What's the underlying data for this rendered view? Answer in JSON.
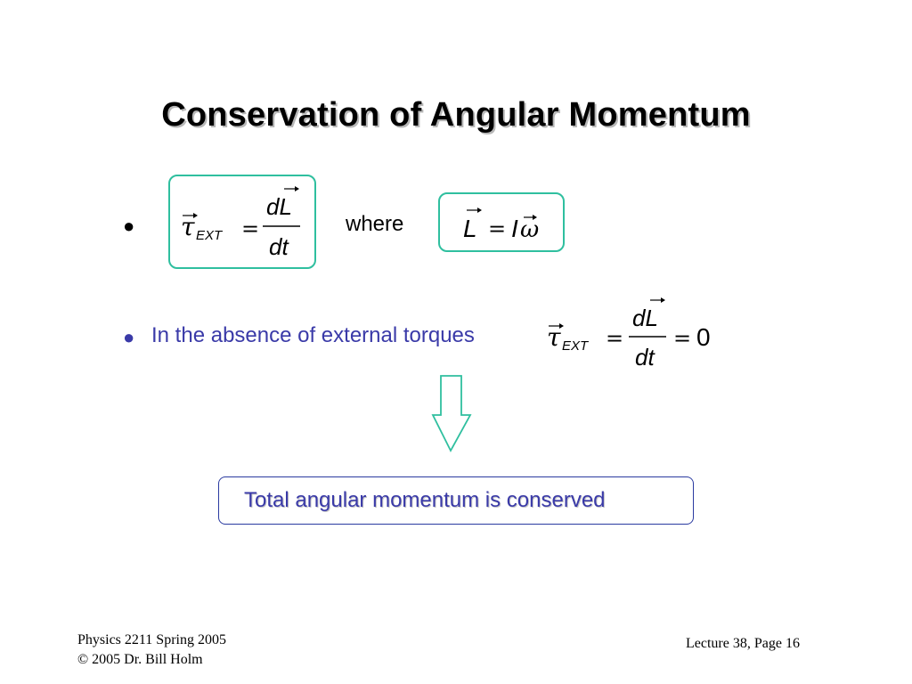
{
  "title": "Conservation of Angular Momentum",
  "bullets": {
    "bullet1_symbol": "●",
    "bullet2_symbol": "●",
    "bullet2_text": "In the absence of external torques"
  },
  "equation1": {
    "tau": "τ",
    "subscript": "EXT",
    "equals": "=",
    "numerator": "dL",
    "denominator": "dt"
  },
  "where_label": "where",
  "equation2": {
    "lhs": "L",
    "equals": "=",
    "I": "I",
    "omega": "ω"
  },
  "equation3": {
    "tau": "τ",
    "subscript": "EXT",
    "equals": "=",
    "numerator": "dL",
    "denominator": "dt",
    "equals2": "=",
    "rhs": "0"
  },
  "conclusion": "Total angular momentum is conserved",
  "footer": {
    "left_line1": "Physics 2211 Spring 2005",
    "left_line2": "© 2005 Dr. Bill Holm",
    "right": "Lecture 38, Page 16"
  },
  "colors": {
    "green_box": "#2fbf9f",
    "blue_text": "#3a3aa8",
    "blue_box": "#2a3aa0",
    "arrow": "#2fbf9f"
  }
}
